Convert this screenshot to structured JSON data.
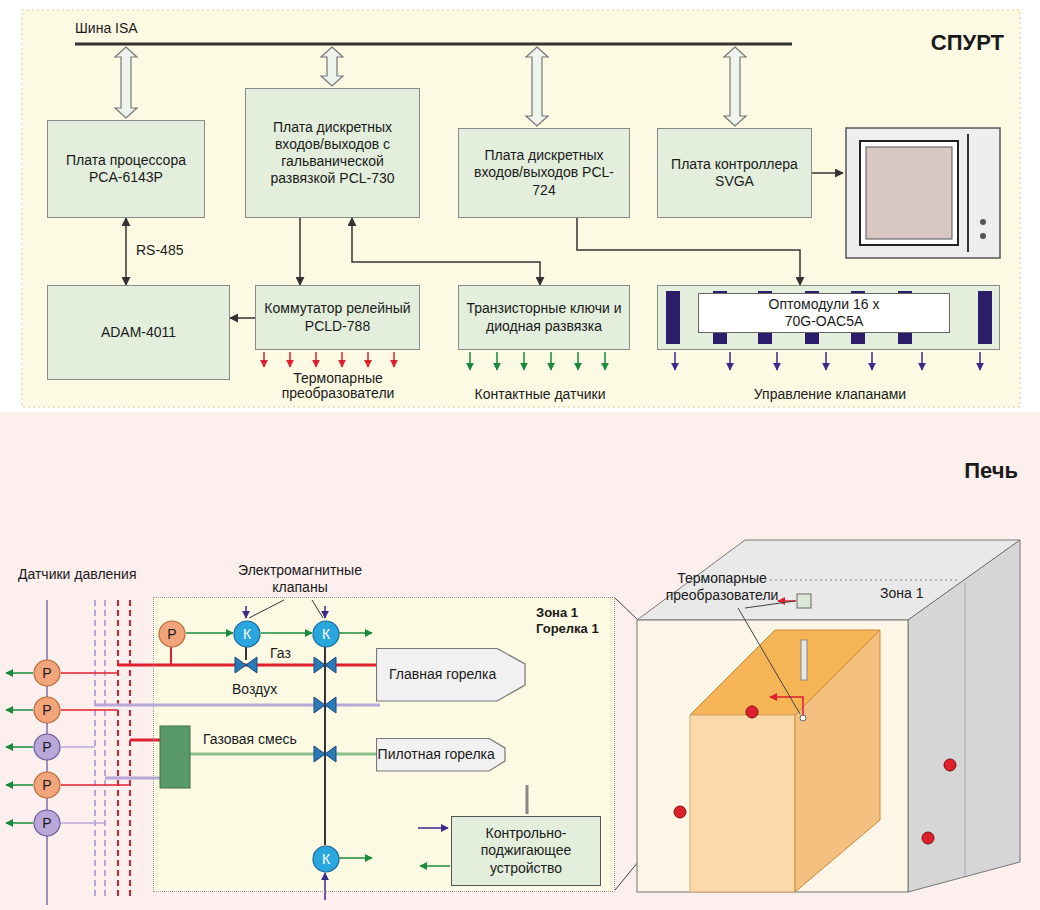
{
  "diagram": {
    "nodes": [
      {
        "text": [
          "СПУРТ"
        ]
      },
      {
        "text": [
          "Плата процессора PCA-6143P"
        ],
        "in": 0
      },
      {
        "text": [
          "Плата дискретных входов/выходов с гальванической развязкой PCL-730"
        ],
        "in": 0
      },
      {
        "text": [
          "Плата дискретных входов/выходов PCL-724"
        ],
        "in": 0
      },
      {
        "text": [
          "Плата контроллера SVGA"
        ],
        "in": 0
      },
      {
        "text": [
          "ADAM-4011"
        ],
        "in": 0
      },
      {
        "text": [
          "Коммутатор релейный PCLD-788"
        ],
        "in": 0
      },
      {
        "text": [
          "Транзисторные ключи и диодная развязка"
        ],
        "in": 0
      },
      {
        "text": [
          "Оптомодули 16 x 70G-OAC5A"
        ],
        "in": 0
      },
      {
        "text": [
          "Печь"
        ]
      },
      {
        "text": [
          "Зона 1 Горелка 1"
        ],
        "in": 9
      },
      {
        "text": [
          "Р"
        ],
        "in": 10
      },
      {
        "text": [
          "К"
        ],
        "in": 10
      },
      {
        "text": [
          "К"
        ],
        "in": 10
      },
      {
        "text": [
          "Главная горелка"
        ],
        "in": 10
      },
      {
        "text": [
          "Пилотная горелка"
        ],
        "in": 10
      },
      {
        "text": [
          "К"
        ],
        "in": 10
      },
      {
        "text": [
          "Контрольно-поджигающее устройство"
        ],
        "in": 10
      },
      {
        "text": [
          "Р"
        ],
        "in": 9
      },
      {
        "text": [
          "Р"
        ],
        "in": 9
      },
      {
        "text": [
          "Р"
        ],
        "in": 9
      },
      {
        "text": [
          "Р"
        ],
        "in": 9
      },
      {
        "text": [
          "Р"
        ],
        "in": 9
      }
    ],
    "edges": [
      {
        "from": 1,
        "to": 5,
        "arrow": "both",
        "label": "RS-485"
      },
      {
        "from": 2,
        "to": 6,
        "arrow": "to"
      },
      {
        "from": 6,
        "to": 5,
        "arrow": "to"
      },
      {
        "from": 7,
        "to": 2,
        "arrow": "both"
      },
      {
        "from": 3,
        "to": 8,
        "arrow": "to"
      },
      {
        "from": 11,
        "to": 12,
        "arrow": "to"
      },
      {
        "from": 12,
        "to": 13,
        "arrow": "to"
      }
    ],
    "labels": [
      "Шина ISA",
      "Термопарные преобразователи",
      "Контактные датчики",
      "Управление клапанами",
      "Датчики давления",
      "Электромагнитные клапаны",
      "Газ",
      "Воздух",
      "Газовая смесь",
      "Термопарные преобразователи",
      "Зона 1"
    ]
  }
}
